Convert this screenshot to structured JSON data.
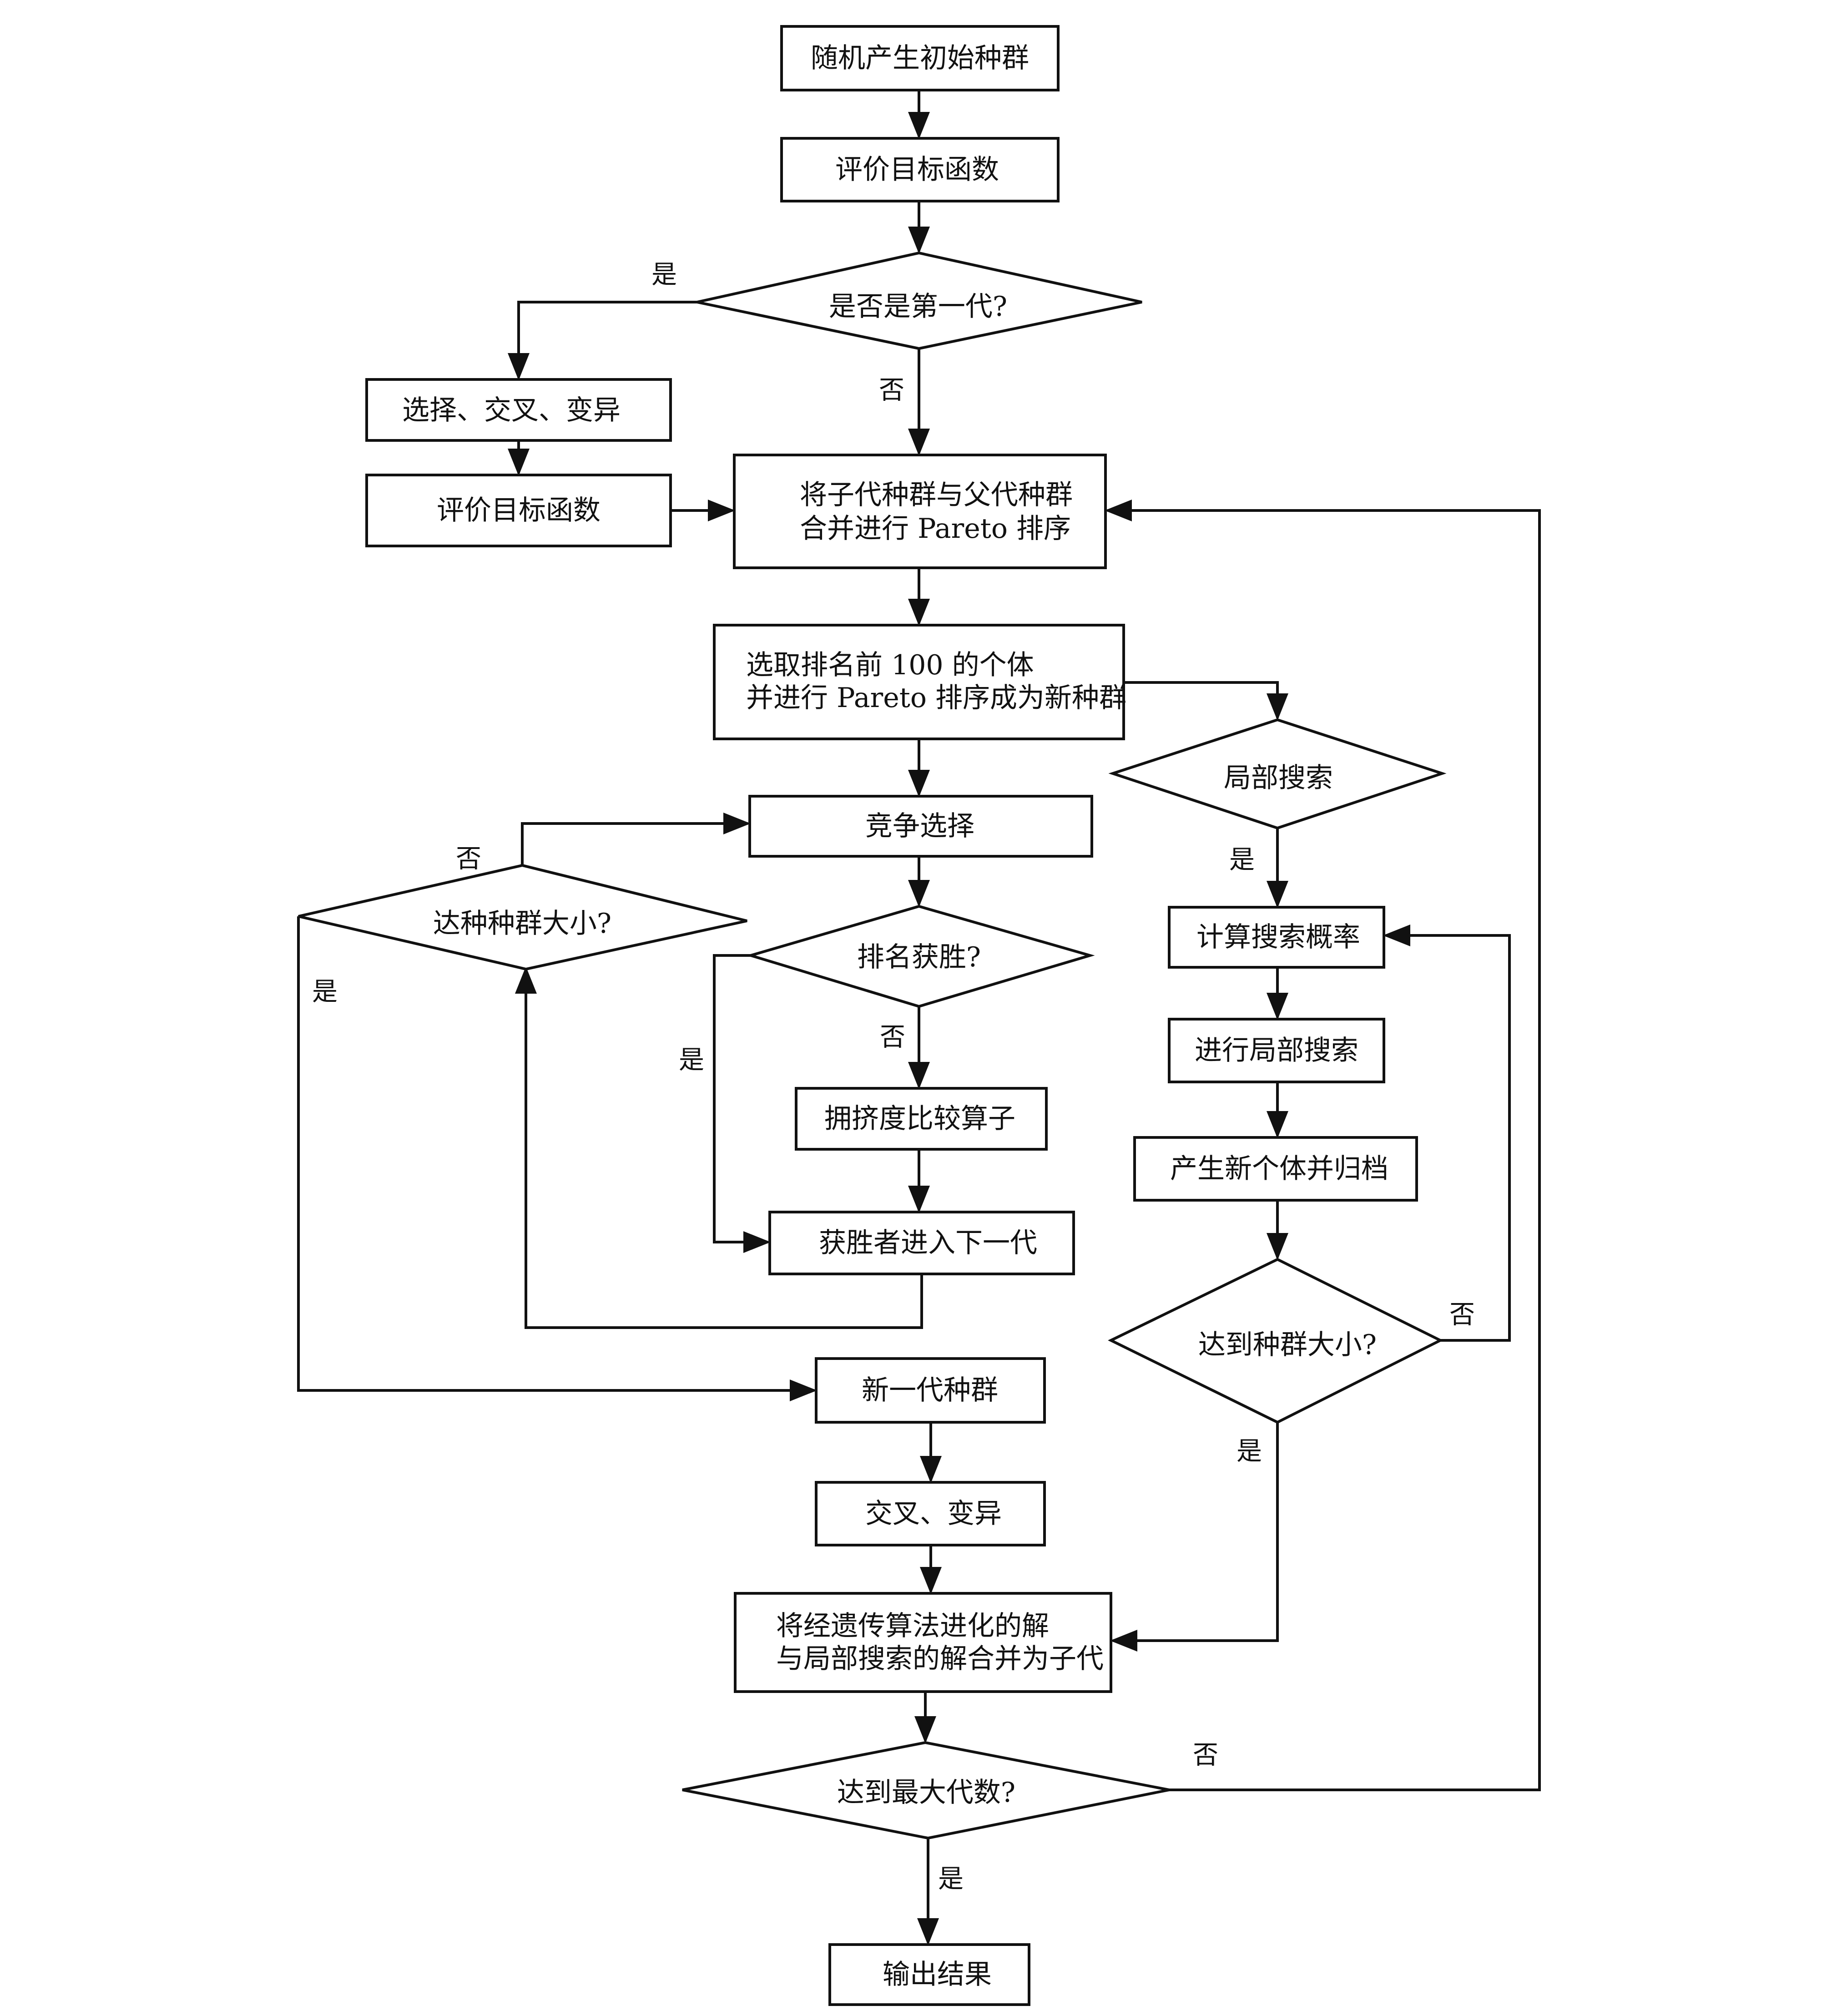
{
  "nodes": {
    "init_population": "随机产生初始种群",
    "evaluate_1": "评价目标函数",
    "is_first_generation": "是否是第一代?",
    "select_crossover_mutate": "选择、交叉、变异",
    "evaluate_2": "评价目标函数",
    "merge_line1": "将子代种群与父代种群",
    "merge_line2": "合并进行 Pareto 排序",
    "select_top_line1": "选取排名前 100 的个体",
    "select_top_line2": "并进行 Pareto 排序成为新种群",
    "tournament_selection": "竞争选择",
    "reach_population_size_left": "达种种群大小?",
    "rank_win": "排名获胜?",
    "crowding_operator": "拥挤度比较算子",
    "winner_next_gen": "获胜者进入下一代",
    "new_generation": "新一代种群",
    "crossover_mutate": "交叉、变异",
    "merge_children_line1": "将经遗传算法进化的解",
    "merge_children_line2": "与局部搜索的解合并为子代",
    "reach_max_gen": "达到最大代数?",
    "output_result": "输出结果",
    "local_search": "局部搜索",
    "calc_search_prob": "计算搜索概率",
    "do_local_search": "进行局部搜索",
    "new_individual_archive": "产生新个体并归档",
    "reach_population_size_right": "达到种群大小?"
  },
  "edge_labels": {
    "first_gen_yes": "是",
    "first_gen_no": "否",
    "left_size_no": "否",
    "left_size_yes": "是",
    "rank_win_yes": "是",
    "rank_win_no": "否",
    "local_search_yes": "是",
    "right_size_no": "否",
    "right_size_yes": "是",
    "max_gen_no": "否",
    "max_gen_yes": "是"
  }
}
